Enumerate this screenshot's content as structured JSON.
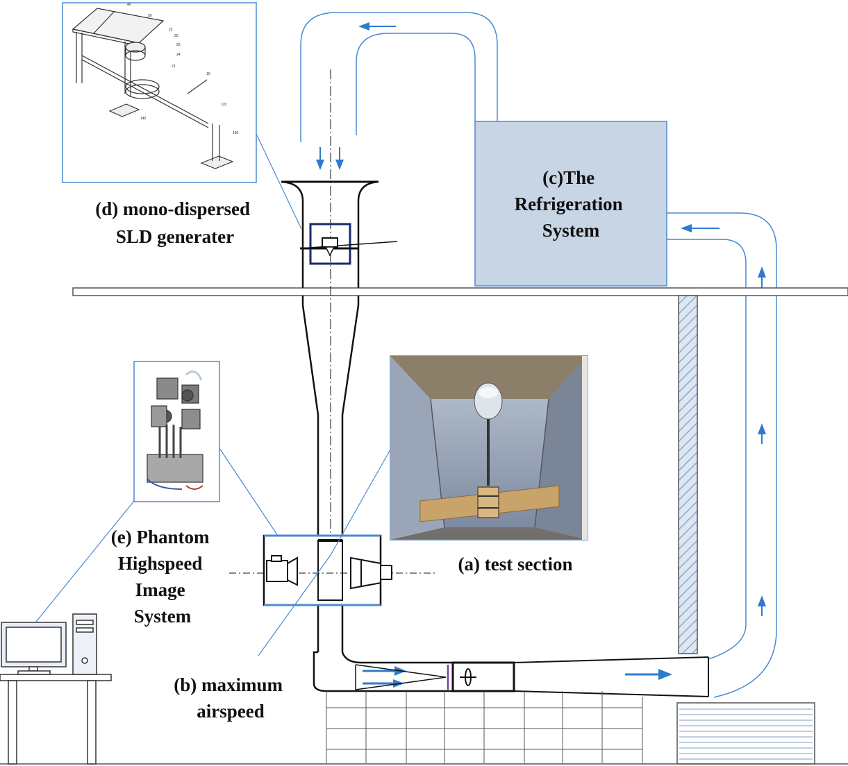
{
  "labels": {
    "refrigeration": [
      "(c)The",
      "Refrigeration",
      "System"
    ],
    "generator": [
      "(d) mono-dispersed",
      "SLD generater"
    ],
    "camera": [
      "(e) Phantom",
      "Highspeed",
      "Image",
      "System"
    ],
    "test_section": "(a) test section",
    "airspeed": [
      "(b) maximum",
      "airspeed"
    ]
  },
  "part_numbers": [
    "40",
    "50",
    "22",
    "20",
    "25",
    "24",
    "21",
    "10",
    "120",
    "140",
    "150"
  ],
  "colors": {
    "flow": "#2f7ad0",
    "refrigeration_fill": "#c8d5e5",
    "frame_line": "#4a8ad0",
    "box_dark": "#1a2a6a",
    "structure": "#111111"
  }
}
